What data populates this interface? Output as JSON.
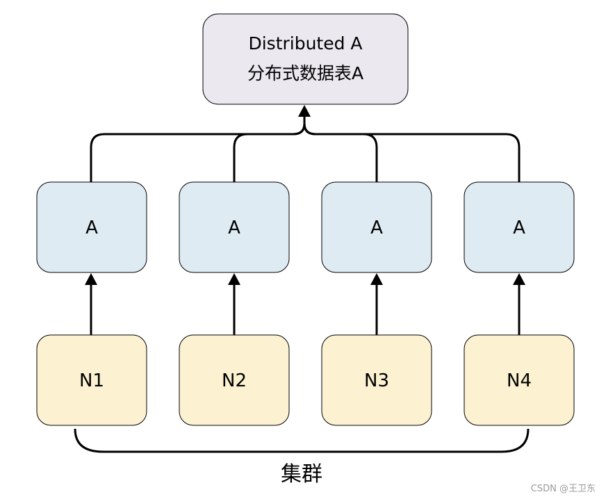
{
  "top_table": {
    "line1": "Distributed A",
    "line2": "分布式数据表A"
  },
  "shards": [
    {
      "label": "A"
    },
    {
      "label": "A"
    },
    {
      "label": "A"
    },
    {
      "label": "A"
    }
  ],
  "nodes": [
    {
      "label": "N1"
    },
    {
      "label": "N2"
    },
    {
      "label": "N3"
    },
    {
      "label": "N4"
    }
  ],
  "cluster_label": "集群",
  "watermark": "CSDN @王卫东",
  "colors": {
    "top_fill": "#ebe8f0",
    "shard_fill": "#dfebf3",
    "node_fill": "#fcf2d2",
    "stroke": "#000000"
  }
}
